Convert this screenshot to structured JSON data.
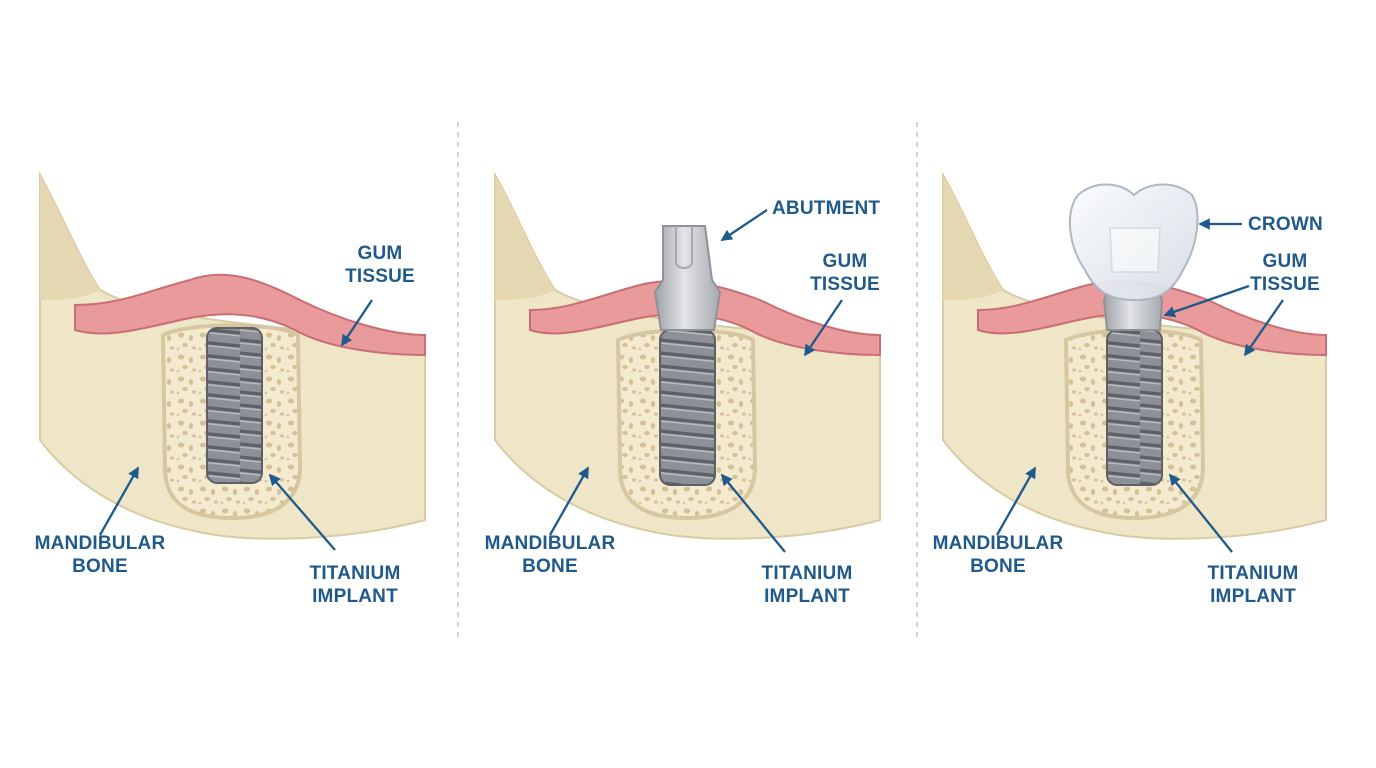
{
  "palette": {
    "label": "#1f5a8a",
    "arrow": "#1f5a8a",
    "bone": "#efe6c8",
    "bone_shadow": "#e0d3ad",
    "gum": "#e99a9b",
    "gum_edge": "#c96e74",
    "cancellous": "#d8c49b",
    "implant": "#8a8d93",
    "abutment": "#c9cbcf",
    "crown": "#e8eef4",
    "divider": "#b8b8b8"
  },
  "icons": {
    "arrow": "arrow-icon",
    "implant": "titanium-implant-icon",
    "abutment": "abutment-icon",
    "crown": "crown-icon"
  },
  "panels": [
    {
      "stage": "implant",
      "labels": {
        "gum": [
          "GUM",
          "TISSUE"
        ],
        "bone": [
          "MANDIBULAR",
          "BONE"
        ],
        "implant": [
          "TITANIUM",
          "IMPLANT"
        ]
      }
    },
    {
      "stage": "abutment",
      "labels": {
        "abutment": [
          "ABUTMENT"
        ],
        "gum": [
          "GUM",
          "TISSUE"
        ],
        "bone": [
          "MANDIBULAR",
          "BONE"
        ],
        "implant": [
          "TITANIUM",
          "IMPLANT"
        ]
      }
    },
    {
      "stage": "crown",
      "labels": {
        "crown": [
          "CROWN"
        ],
        "gum": [
          "GUM",
          "TISSUE"
        ],
        "bone": [
          "MANDIBULAR",
          "BONE"
        ],
        "implant": [
          "TITANIUM",
          "IMPLANT"
        ]
      }
    }
  ]
}
